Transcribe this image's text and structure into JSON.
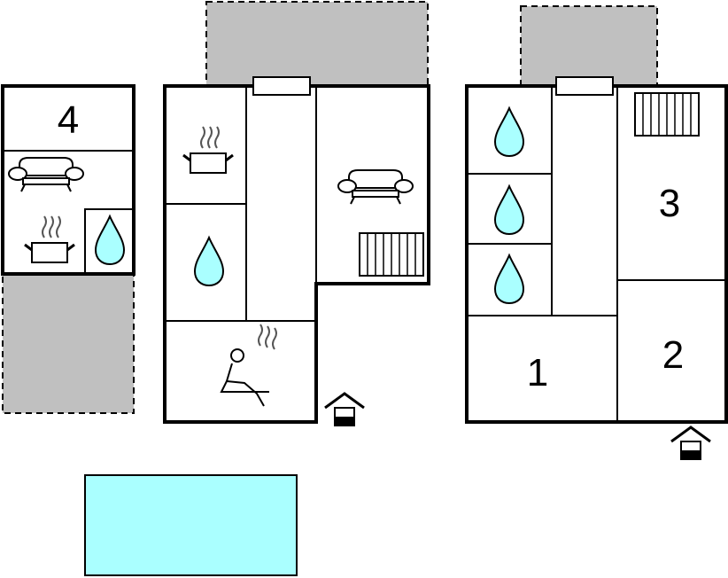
{
  "colors": {
    "water": "#aaffff",
    "terrace": "#c0c0c0",
    "wall": "#000000",
    "floor": "#ffffff"
  },
  "rooms": {
    "room_4": "4",
    "room_3": "3",
    "room_2": "2",
    "room_1": "1"
  },
  "icons": [
    "bathroom-drop-icon",
    "kitchen-pot-icon",
    "sofa-icon",
    "sauna-icon",
    "radiator-icon",
    "entrance-house-icon",
    "pool"
  ]
}
